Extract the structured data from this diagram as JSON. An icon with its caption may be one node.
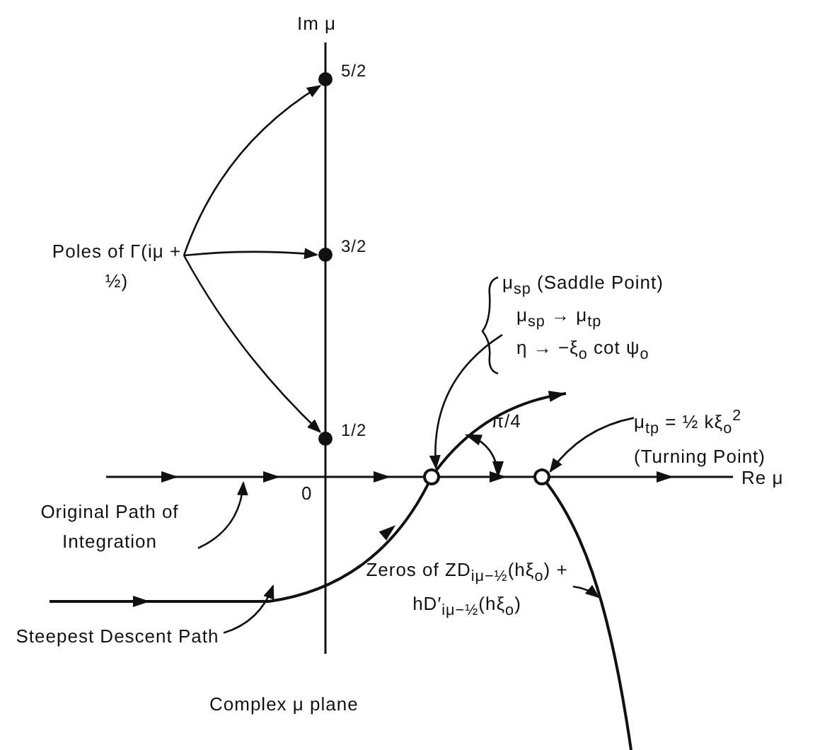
{
  "diagram": {
    "nodes": [
      {
        "text": [
          "Poles of Γ(iμ + ½)"
        ]
      },
      {
        "text": [],
        "shape": "circle",
        "beside": [
          "5/2"
        ]
      },
      {
        "text": [],
        "shape": "circle",
        "beside": [
          "3/2"
        ]
      },
      {
        "text": [],
        "shape": "circle",
        "beside": [
          "1/2"
        ]
      },
      {
        "text": [
          "μ$_{sp}$ (Saddle Point)",
          "μ$_{sp}$ → μ$_{tp}$",
          "η → −ξ$_{o}$ cot ψ$_{o}$"
        ]
      },
      {
        "text": [],
        "shape": "circle"
      },
      {
        "text": [
          "μ$_{tp}$ = ½ kξ$_{o}$$^{2}$",
          "(Turning Point)"
        ]
      },
      {
        "text": [],
        "shape": "circle"
      },
      {
        "text": [
          "Original Path of Integration"
        ]
      },
      {
        "text": [
          "Steepest Descent Path"
        ]
      },
      {
        "text": [
          "Zeros of ZD$_{iμ−½}$(hξ$_{o}$) + hD′$_{iμ−½}$(hξ$_{o}$)"
        ]
      }
    ],
    "edges": [
      {
        "from": 0,
        "to": 1,
        "arrow": "to"
      },
      {
        "from": 0,
        "to": 2,
        "arrow": "to"
      },
      {
        "from": 0,
        "to": 3,
        "arrow": "to"
      },
      {
        "from": 4,
        "to": 5,
        "arrow": "to"
      },
      {
        "from": 6,
        "to": 7,
        "arrow": "to"
      },
      {
        "from": 8,
        "to": null,
        "arrow": "to"
      },
      {
        "from": 9,
        "to": null,
        "arrow": "to"
      },
      {
        "from": 10,
        "to": null,
        "arrow": "to"
      }
    ],
    "labels": [
      "Im μ",
      "0",
      "π/4",
      "Re μ",
      "Complex μ plane"
    ]
  }
}
